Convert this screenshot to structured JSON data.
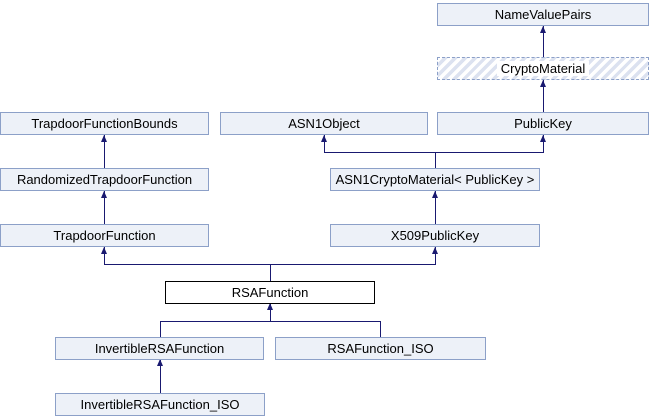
{
  "diagram": {
    "title": "RSAFunction inheritance diagram",
    "nodes": {
      "name_value_pairs": {
        "label": "NameValuePairs",
        "style": "normal"
      },
      "crypto_material": {
        "label": "CryptoMaterial",
        "style": "hatched-dashed"
      },
      "trapdoor_function_bounds": {
        "label": "TrapdoorFunctionBounds",
        "style": "normal"
      },
      "asn1_object": {
        "label": "ASN1Object",
        "style": "normal"
      },
      "public_key": {
        "label": "PublicKey",
        "style": "normal"
      },
      "randomized_trapdoor_function": {
        "label": "RandomizedTrapdoorFunction",
        "style": "normal"
      },
      "asn1_crypto_material_public_key": {
        "label": "ASN1CryptoMaterial< PublicKey >",
        "style": "normal"
      },
      "trapdoor_function": {
        "label": "TrapdoorFunction",
        "style": "normal"
      },
      "x509_public_key": {
        "label": "X509PublicKey",
        "style": "normal"
      },
      "rsa_function": {
        "label": "RSAFunction",
        "style": "current"
      },
      "invertible_rsa_function": {
        "label": "InvertibleRSAFunction",
        "style": "normal"
      },
      "rsa_function_iso": {
        "label": "RSAFunction_ISO",
        "style": "normal"
      },
      "invertible_rsa_function_iso": {
        "label": "InvertibleRSAFunction_ISO",
        "style": "normal"
      }
    },
    "relationships": [
      {
        "derived": "CryptoMaterial",
        "base": "NameValuePairs"
      },
      {
        "derived": "PublicKey",
        "base": "CryptoMaterial"
      },
      {
        "derived": "ASN1CryptoMaterial< PublicKey >",
        "base": "ASN1Object"
      },
      {
        "derived": "ASN1CryptoMaterial< PublicKey >",
        "base": "PublicKey"
      },
      {
        "derived": "RandomizedTrapdoorFunction",
        "base": "TrapdoorFunctionBounds"
      },
      {
        "derived": "TrapdoorFunction",
        "base": "RandomizedTrapdoorFunction"
      },
      {
        "derived": "X509PublicKey",
        "base": "ASN1CryptoMaterial< PublicKey >"
      },
      {
        "derived": "RSAFunction",
        "base": "TrapdoorFunction"
      },
      {
        "derived": "RSAFunction",
        "base": "X509PublicKey"
      },
      {
        "derived": "InvertibleRSAFunction",
        "base": "RSAFunction"
      },
      {
        "derived": "RSAFunction_ISO",
        "base": "RSAFunction"
      },
      {
        "derived": "InvertibleRSAFunction_ISO",
        "base": "InvertibleRSAFunction"
      }
    ],
    "colors": {
      "node_fill": "#edf1f8",
      "node_border": "#8ca0c8",
      "edge_color": "#191970",
      "current_fill": "#ffffff",
      "current_border": "#000000",
      "hatch_stripe": "#dce2f0"
    }
  }
}
